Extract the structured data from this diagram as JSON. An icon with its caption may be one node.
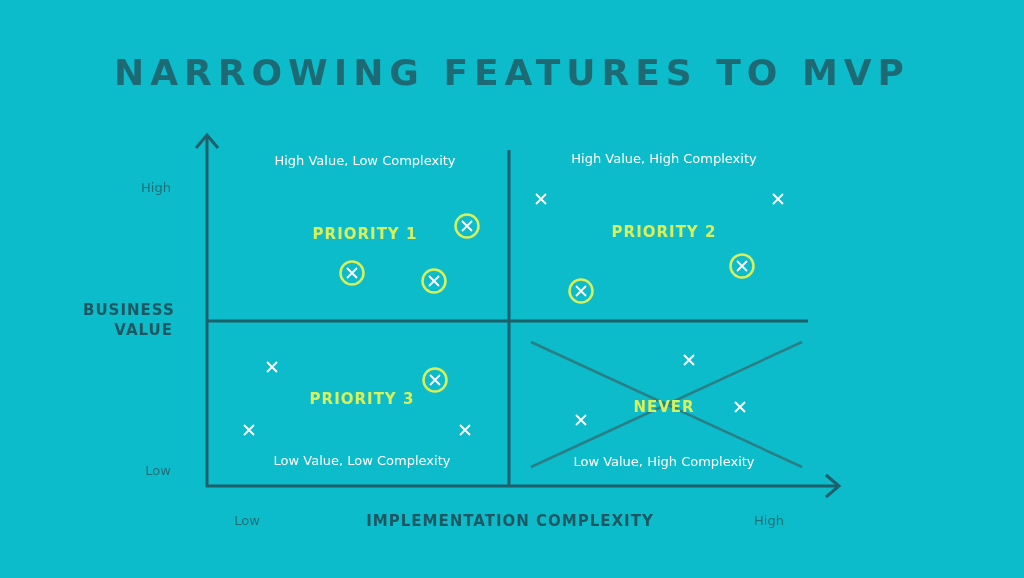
{
  "diagram": {
    "title": "NARROWING FEATURES TO MVP",
    "labels": [
      "High Value, Low Complexity",
      "High Value, High Complexity",
      "High",
      "PRIORITY 1",
      "PRIORITY 2",
      "BUSINESS VALUE",
      "PRIORITY 3",
      "NEVER",
      "Low",
      "Low Value, Low Complexity",
      "Low Value, High Complexity",
      "Low",
      "IMPLEMENTATION COMPLEXITY",
      "High"
    ]
  }
}
